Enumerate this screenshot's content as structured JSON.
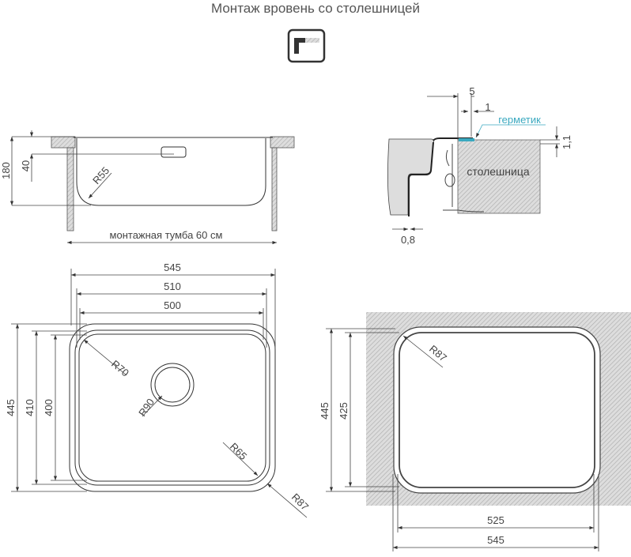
{
  "title": "Монтаж вровень со столешницей",
  "icon": "flush-mount-icon",
  "side_view": {
    "height_total": "180",
    "drain_offset": "40",
    "radius": "R55",
    "cabinet_label": "монтажная тумба 60 см"
  },
  "detail_view": {
    "dim_5": "5",
    "dim_1": "1",
    "sealant_label": "герметик",
    "dim_thickness": "1,1",
    "countertop_label": "столешница",
    "dim_steel": "0,8",
    "sealant_color": "#3aa9c0"
  },
  "top_view": {
    "width_outer": "545",
    "width_mid": "510",
    "width_inner": "500",
    "depth_outer": "445",
    "depth_mid": "410",
    "depth_inner": "400",
    "radius_inner": "R70",
    "radius_drain": "R90",
    "radius_bowl": "R65",
    "radius_outer": "R87"
  },
  "cutout_view": {
    "depth_outer": "445",
    "depth_inner": "425",
    "width_inner": "525",
    "width_outer": "545",
    "radius": "R87"
  }
}
